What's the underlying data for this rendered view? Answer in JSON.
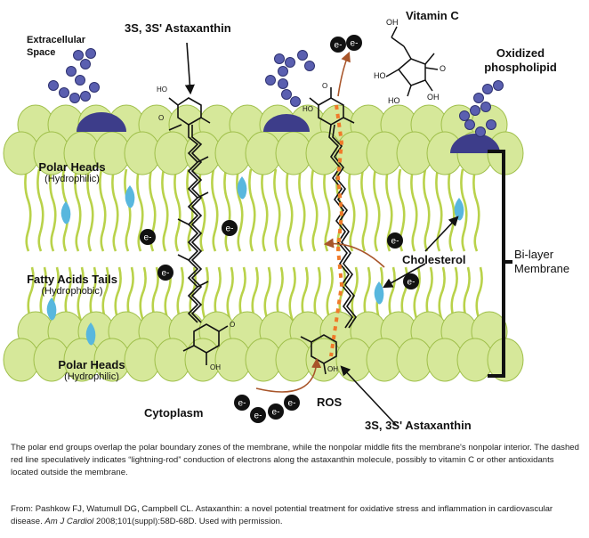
{
  "labels": {
    "extracellular_line1": "Extracellular",
    "extracellular_line2": "Space",
    "astaxanthin_top": "3S, 3S' Astaxanthin",
    "vitamin_c": "Vitamin C",
    "oxidized_line1": "Oxidized",
    "oxidized_line2": "phospholipid",
    "polar_heads_top": "Polar Heads",
    "hydrophilic_top": "(Hydrophilic)",
    "fatty_acids": "Fatty Acids Tails",
    "hydrophobic": "(Hydrophobic)",
    "polar_heads_bottom": "Polar Heads",
    "hydrophilic_bottom": "(Hydrophilic)",
    "cytoplasm": "Cytoplasm",
    "ros": "ROS",
    "astaxanthin_bottom": "3S, 3S' Astaxanthin",
    "cholesterol": "Cholesterol",
    "bilayer_line1": "Bi-layer",
    "bilayer_line2": "Membrane",
    "electron": "e-",
    "oh": "HO",
    "oh2": "OH",
    "o": "O"
  },
  "caption": "The polar end groups overlap the polar boundary zones of the membrane, while the nonpolar middle fits the membrane's nonpolar interior. The dashed red line speculatively indicates “lightning-rod” conduction of electrons along the astaxanthin molecule, possibly to vitamin C or other antioxidants located outside the membrane.",
  "citation": {
    "prefix": "From:  Pashkow FJ, Watumull DG, Campbell CL. Astaxanthin: a novel potential treatment for oxidative stress and inflammation in cardiovascular disease. ",
    "journal": "Am J Cardiol",
    "suffix": " 2008;101(suppl):58D-68D. Used with permission."
  },
  "colors": {
    "head_fill": "#d6e89a",
    "head_stroke": "#9fbf4a",
    "tail": "#b9d24a",
    "oxidized_head": "#3d3d8a",
    "cholesterol": "#58b7de",
    "sugar": "#5a5fb0",
    "arrow": "#a8552a",
    "dash": "#f07a2a",
    "electron_bg": "#111111"
  }
}
